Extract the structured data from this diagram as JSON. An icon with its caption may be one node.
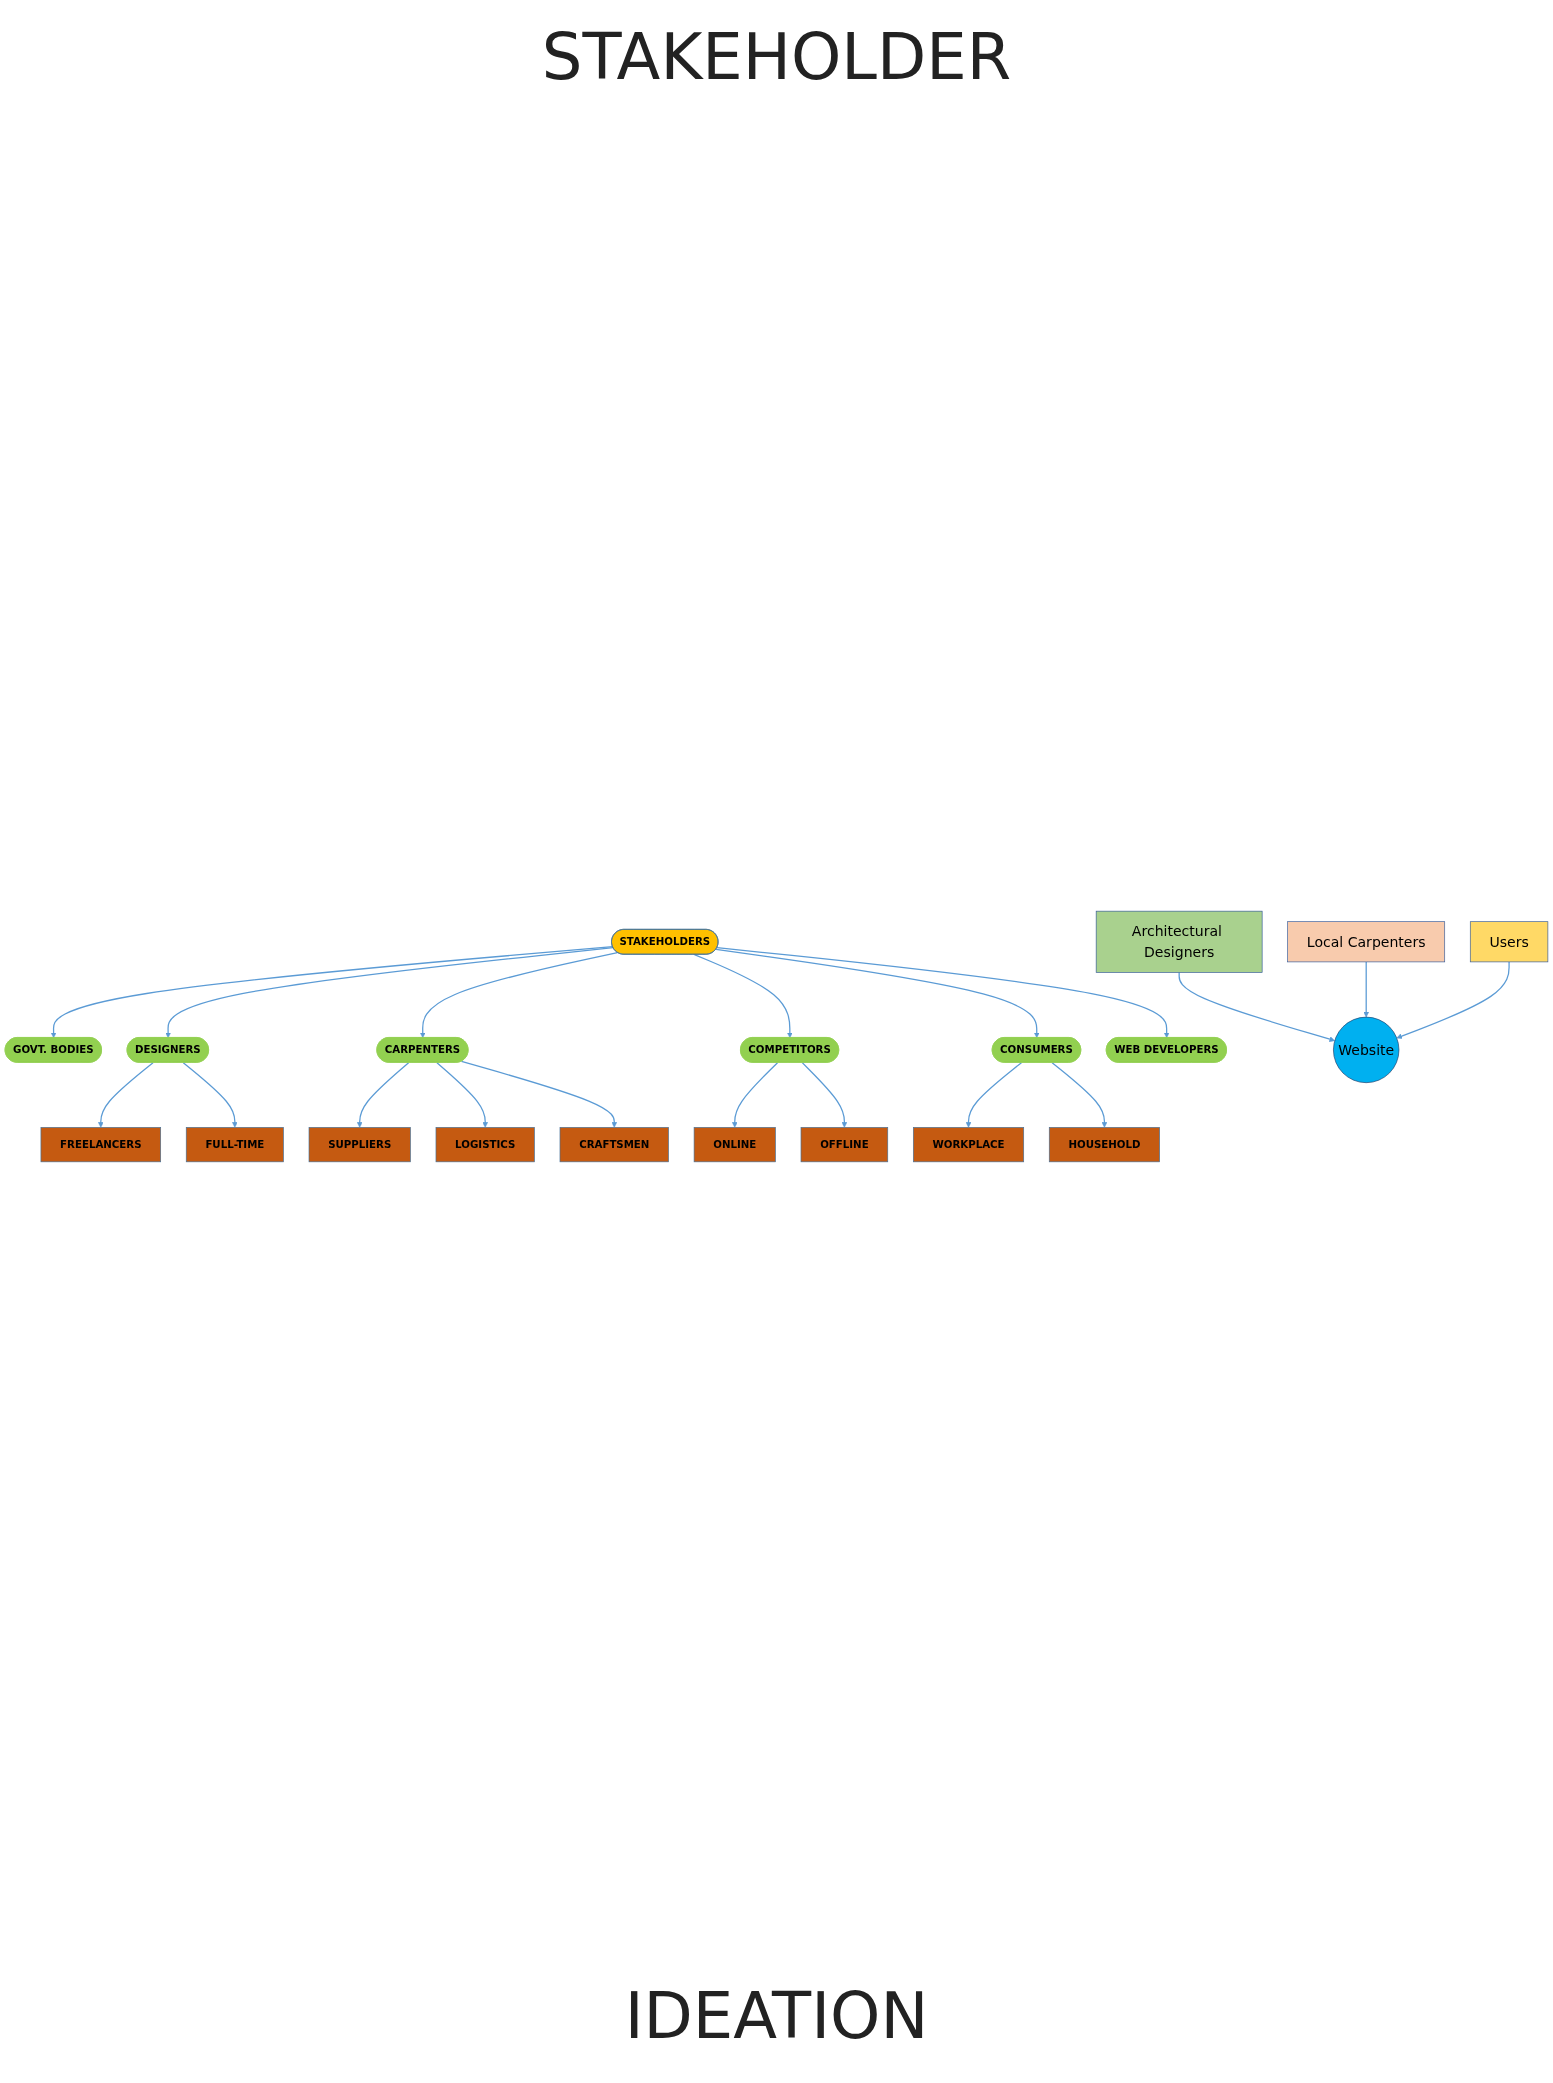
{
  "diagram": {
    "title": "STAKEHOLDER",
    "nodes": [
      {
        "text": [
          "STAKEHOLDERS"
        ]
      },
      {
        "text": [
          "GOVT. BODIES"
        ]
      },
      {
        "text": [
          "DESIGNERS"
        ]
      },
      {
        "text": [
          "CARPENTERS"
        ]
      },
      {
        "text": [
          "COMPETITORS"
        ]
      },
      {
        "text": [
          "CONSUMERS"
        ]
      },
      {
        "text": [
          "WEB DEVELOPERS"
        ]
      },
      {
        "text": [
          "FREELANCERS"
        ]
      },
      {
        "text": [
          "FULL-TIME"
        ]
      },
      {
        "text": [
          "SUPPLIERS"
        ]
      },
      {
        "text": [
          "LOGISTICS"
        ]
      },
      {
        "text": [
          "CRAFTSMEN"
        ]
      },
      {
        "text": [
          "ONLINE"
        ]
      },
      {
        "text": [
          "OFFLINE"
        ]
      },
      {
        "text": [
          "WORKPLACE"
        ]
      },
      {
        "text": [
          "HOUSEHOLD"
        ]
      },
      {
        "text": [
          "Architectural Designers"
        ]
      },
      {
        "text": [
          "Website"
        ]
      },
      {
        "text": [
          "Local Carpenters"
        ]
      },
      {
        "text": [
          "Users"
        ]
      }
    ],
    "edges": [
      {
        "from": 0,
        "to": 1,
        "arrow": "to"
      },
      {
        "from": 0,
        "to": 2,
        "arrow": "to"
      },
      {
        "from": 0,
        "to": 3,
        "arrow": "to"
      },
      {
        "from": 0,
        "to": 4,
        "arrow": "to"
      },
      {
        "from": 0,
        "to": 5,
        "arrow": "to"
      },
      {
        "from": 0,
        "to": 6,
        "arrow": "to"
      },
      {
        "from": 2,
        "to": 7,
        "arrow": "to"
      },
      {
        "from": 2,
        "to": 8,
        "arrow": "to"
      },
      {
        "from": 3,
        "to": 9,
        "arrow": "to"
      },
      {
        "from": 3,
        "to": 10,
        "arrow": "to"
      },
      {
        "from": 3,
        "to": 11,
        "arrow": "to"
      },
      {
        "from": 4,
        "to": 12,
        "arrow": "to"
      },
      {
        "from": 4,
        "to": 13,
        "arrow": "to"
      },
      {
        "from": 5,
        "to": 14,
        "arrow": "to"
      },
      {
        "from": 5,
        "to": 15,
        "arrow": "to"
      },
      {
        "from": 16,
        "to": 17,
        "arrow": "to"
      },
      {
        "from": 18,
        "to": 17,
        "arrow": "to"
      },
      {
        "from": 19,
        "to": 17,
        "arrow": "to"
      }
    ],
    "labels": [
      "IDEATION"
    ]
  }
}
